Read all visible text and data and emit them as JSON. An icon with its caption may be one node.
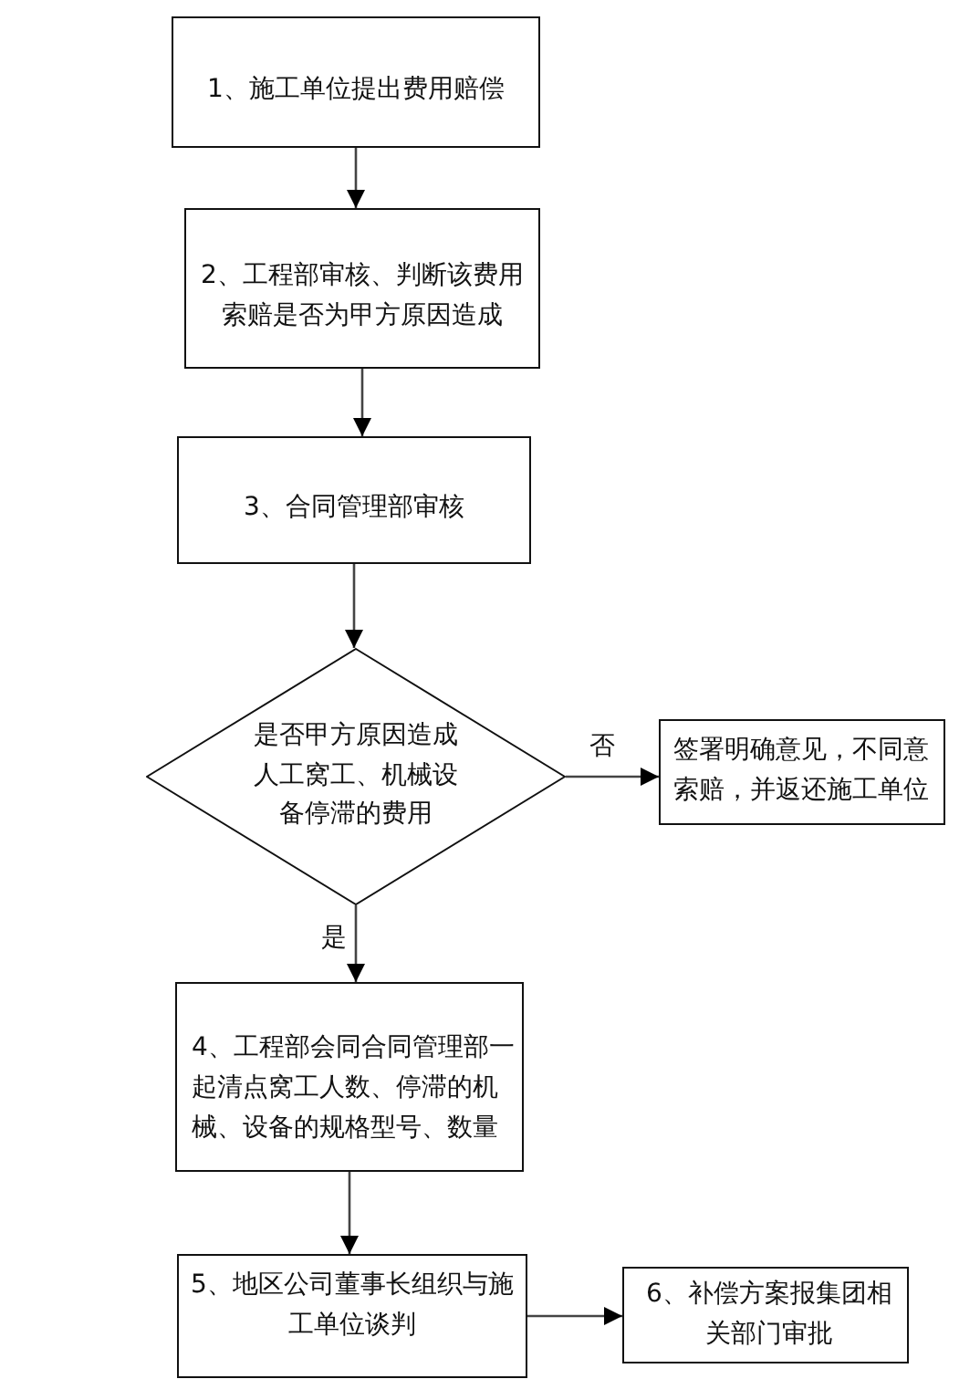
{
  "diagram": {
    "nodes": [
      {
        "text": [
          "1、施工单位提出费用赔偿"
        ]
      },
      {
        "text": [
          "2、工程部审核、判断该费用索赔是否为甲方原因造成"
        ]
      },
      {
        "text": [
          "3、合同管理部审核"
        ]
      },
      {
        "text": [
          "是否甲方原因造成人工窝工、机械设备停滞的费用"
        ]
      },
      {
        "text": [
          "签署明确意见，不同意索赔，并返还施工单位"
        ]
      },
      {
        "text": [
          "4、工程部会同合同管理部一起清点窝工人数、停滞的机械、设备的规格型号、数量"
        ]
      },
      {
        "text": [
          "5、地区公司董事长组织与施工单位谈判"
        ]
      },
      {
        "text": [
          "6、补偿方案报集团相关部门审批"
        ]
      }
    ],
    "edges": [
      {
        "from": 0,
        "to": 1,
        "arrow": "to"
      },
      {
        "from": 1,
        "to": 2,
        "arrow": "to"
      },
      {
        "from": 2,
        "to": 3,
        "arrow": "to"
      },
      {
        "from": 3,
        "to": 4,
        "arrow": "to",
        "label": "否"
      },
      {
        "from": 3,
        "to": 5,
        "arrow": "to",
        "label": "是"
      },
      {
        "from": 5,
        "to": 6,
        "arrow": "to"
      },
      {
        "from": 6,
        "to": 7,
        "arrow": "to"
      }
    ]
  }
}
